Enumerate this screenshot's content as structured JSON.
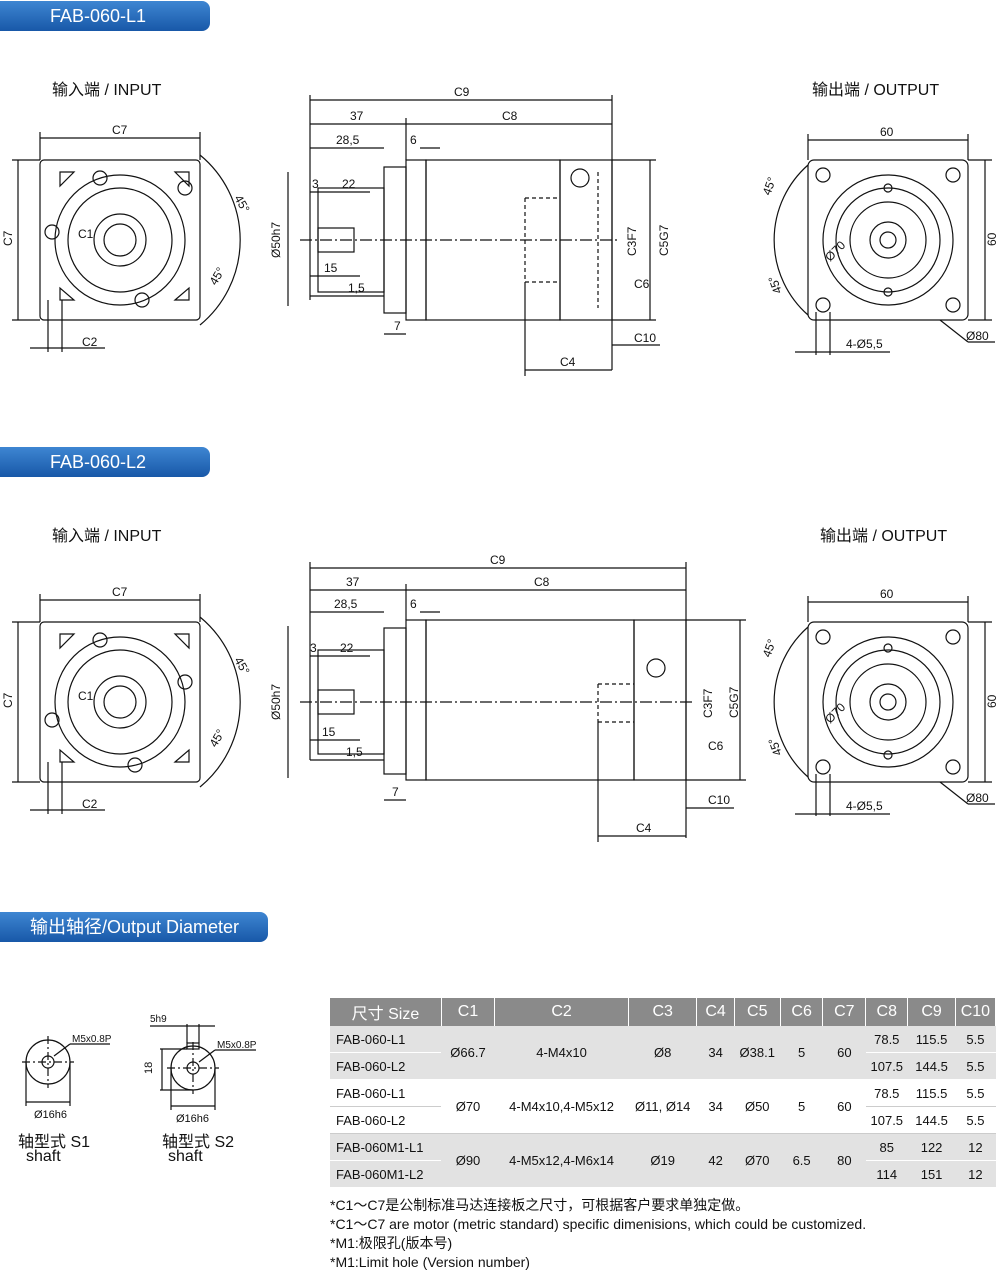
{
  "sections": {
    "l1_title": "FAB-060-L1",
    "l2_title": "FAB-060-L2",
    "shaft_title": "输出轴径/Output Diameter"
  },
  "labels": {
    "input": "输入端 / INPUT",
    "output": "输出端 / OUTPUT"
  },
  "dims": {
    "c7": "C7",
    "c1": "C1",
    "c2": "C2",
    "c9": "C9",
    "c8": "C8",
    "d37": "37",
    "d28": "28,5",
    "d6": "6",
    "d3": "3",
    "d22": "22",
    "d15": "15",
    "d1_5": "1,5",
    "d7": "7",
    "d50": "Ø50h7",
    "c3": "C3F7",
    "c5": "C5G7",
    "c6": "C6",
    "c10": "C10",
    "c4": "C4",
    "d60": "60",
    "d45": "45°",
    "d70": "Ø70",
    "holes": "4-Ø5,5",
    "d80": "Ø80"
  },
  "shafts": {
    "s1_thread": "M5x0.8P",
    "s1_dia": "Ø16h6",
    "s1_name": "轴型式 S1",
    "s1_en": "shaft",
    "s2_key": "5h9",
    "s2_height": "18",
    "s2_thread": "M5x0.8P",
    "s2_dia": "Ø16h6",
    "s2_name": "轴型式 S2",
    "s2_en": "shaft"
  },
  "table": {
    "headers": [
      "尺寸 Size",
      "C1",
      "C2",
      "C3",
      "C4",
      "C5",
      "C6",
      "C7",
      "C8",
      "C9",
      "C10"
    ],
    "groups": [
      {
        "sizes": [
          "FAB-060-L1",
          "FAB-060-L2"
        ],
        "c1": "Ø66.7",
        "c2": "4-M4x10",
        "c3": "Ø8",
        "c4": "34",
        "c5": "Ø38.1",
        "c6": "5",
        "c7": "60",
        "c8": [
          "78.5",
          "107.5"
        ],
        "c9": [
          "115.5",
          "144.5"
        ],
        "c10": [
          "5.5",
          "5.5"
        ]
      },
      {
        "sizes": [
          "FAB-060-L1",
          "FAB-060-L2"
        ],
        "c1": "Ø70",
        "c2": "4-M4x10,4-M5x12",
        "c3": "Ø11, Ø14",
        "c4": "34",
        "c5": "Ø50",
        "c6": "5",
        "c7": "60",
        "c8": [
          "78.5",
          "107.5"
        ],
        "c9": [
          "115.5",
          "144.5"
        ],
        "c10": [
          "5.5",
          "5.5"
        ]
      },
      {
        "sizes": [
          "FAB-060M1-L1",
          "FAB-060M1-L2"
        ],
        "c1": "Ø90",
        "c2": "4-M5x12,4-M6x14",
        "c3": "Ø19",
        "c4": "42",
        "c5": "Ø70",
        "c6": "6.5",
        "c7": "80",
        "c8": [
          "85",
          "114"
        ],
        "c9": [
          "122",
          "151"
        ],
        "c10": [
          "12",
          "12"
        ]
      }
    ]
  },
  "notes": [
    "*C1～C7是公制标准马达连接板之尺寸，可根据客户要求单独定做。",
    "*C1～C7 are motor (metric standard) specific dimenisions, which could be customized.",
    "*M1:极限孔(版本号)",
    "*M1:Limit hole (Version number)"
  ],
  "colors": {
    "tab_top": "#3e86d2",
    "tab_bottom": "#1858a8",
    "table_header": "#8a8a8a",
    "table_row": "#e2e2e2"
  }
}
